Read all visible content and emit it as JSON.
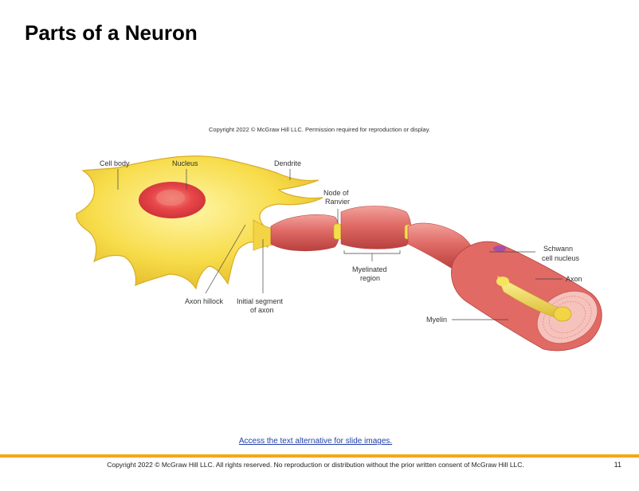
{
  "slide": {
    "title": "Parts of a Neuron",
    "figure_copyright": "Copyright 2022 © McGraw Hill LLC. Permission required for reproduction or display.",
    "access_link": "Access the text alternative for slide images.",
    "footer": "Copyright 2022 © McGraw Hill LLC. All rights reserved. No reproduction or distribution without the prior written consent of McGraw Hill LLC.",
    "page_number": "11"
  },
  "labels": {
    "cell_body": "Cell body",
    "nucleus": "Nucleus",
    "dendrite": "Dendrite",
    "node_of_ranvier_1": "Node of",
    "node_of_ranvier_2": "Ranvier",
    "schwann_1": "Schwann",
    "schwann_2": "cell nucleus",
    "axon": "Axon",
    "myelinated_1": "Myelinated",
    "myelinated_2": "region",
    "axon_hillock": "Axon hillock",
    "initial_segment_1": "Initial segment",
    "initial_segment_2": "of axon",
    "myelin": "Myelin"
  },
  "colors": {
    "cell_body": "#f7dc4a",
    "nucleus": "#e8474a",
    "myelin": "#e06a66",
    "axon": "#f2e04a",
    "accent": "#f4a816"
  }
}
